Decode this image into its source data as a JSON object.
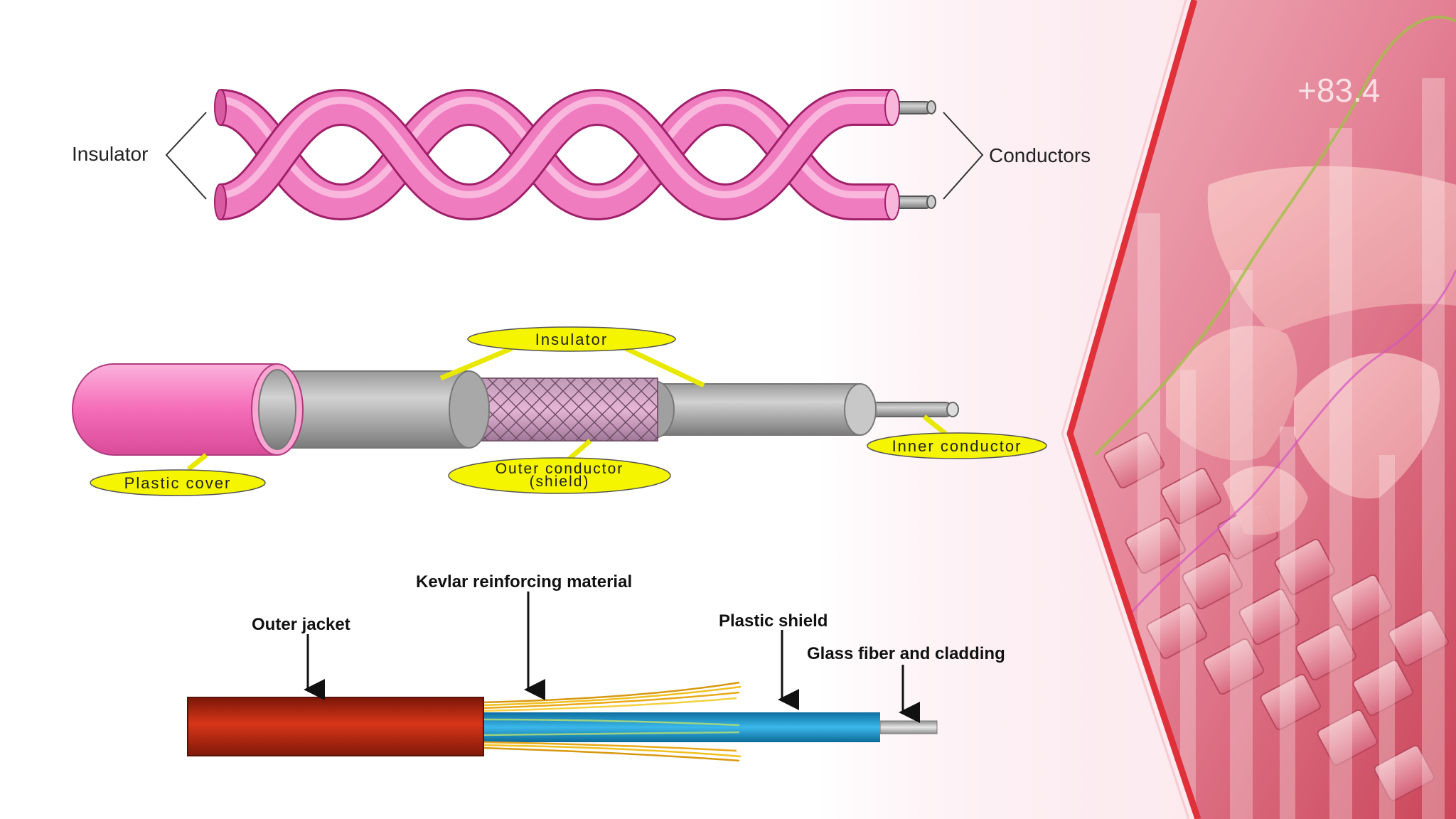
{
  "twisted_pair": {
    "label_left": "Insulator",
    "label_right": "Conductors"
  },
  "coaxial": {
    "insulator": "Insulator",
    "inner_conductor": "Inner conductor",
    "plastic_cover": "Plastic cover",
    "outer_conductor_line1": "Outer conductor",
    "outer_conductor_line2": "(shield)"
  },
  "fiber_optic": {
    "kevlar": "Kevlar reinforcing material",
    "outer_jacket": "Outer jacket",
    "plastic_shield": "Plastic shield",
    "glass_fiber": "Glass fiber and cladding"
  },
  "photo_overlay": {
    "chart_readout": "+83.4"
  },
  "colors": {
    "twisted_pink": "#f07cc0",
    "coax_pink": "#f56cb8",
    "callout_yellow": "#f5f500",
    "jacket_red": "#b8230e",
    "shield_blue": "#1aa0d8",
    "accent_red": "#e0303a"
  },
  "icons": {
    "keyboard_photo": "hands-typing-on-keyboard-image"
  }
}
